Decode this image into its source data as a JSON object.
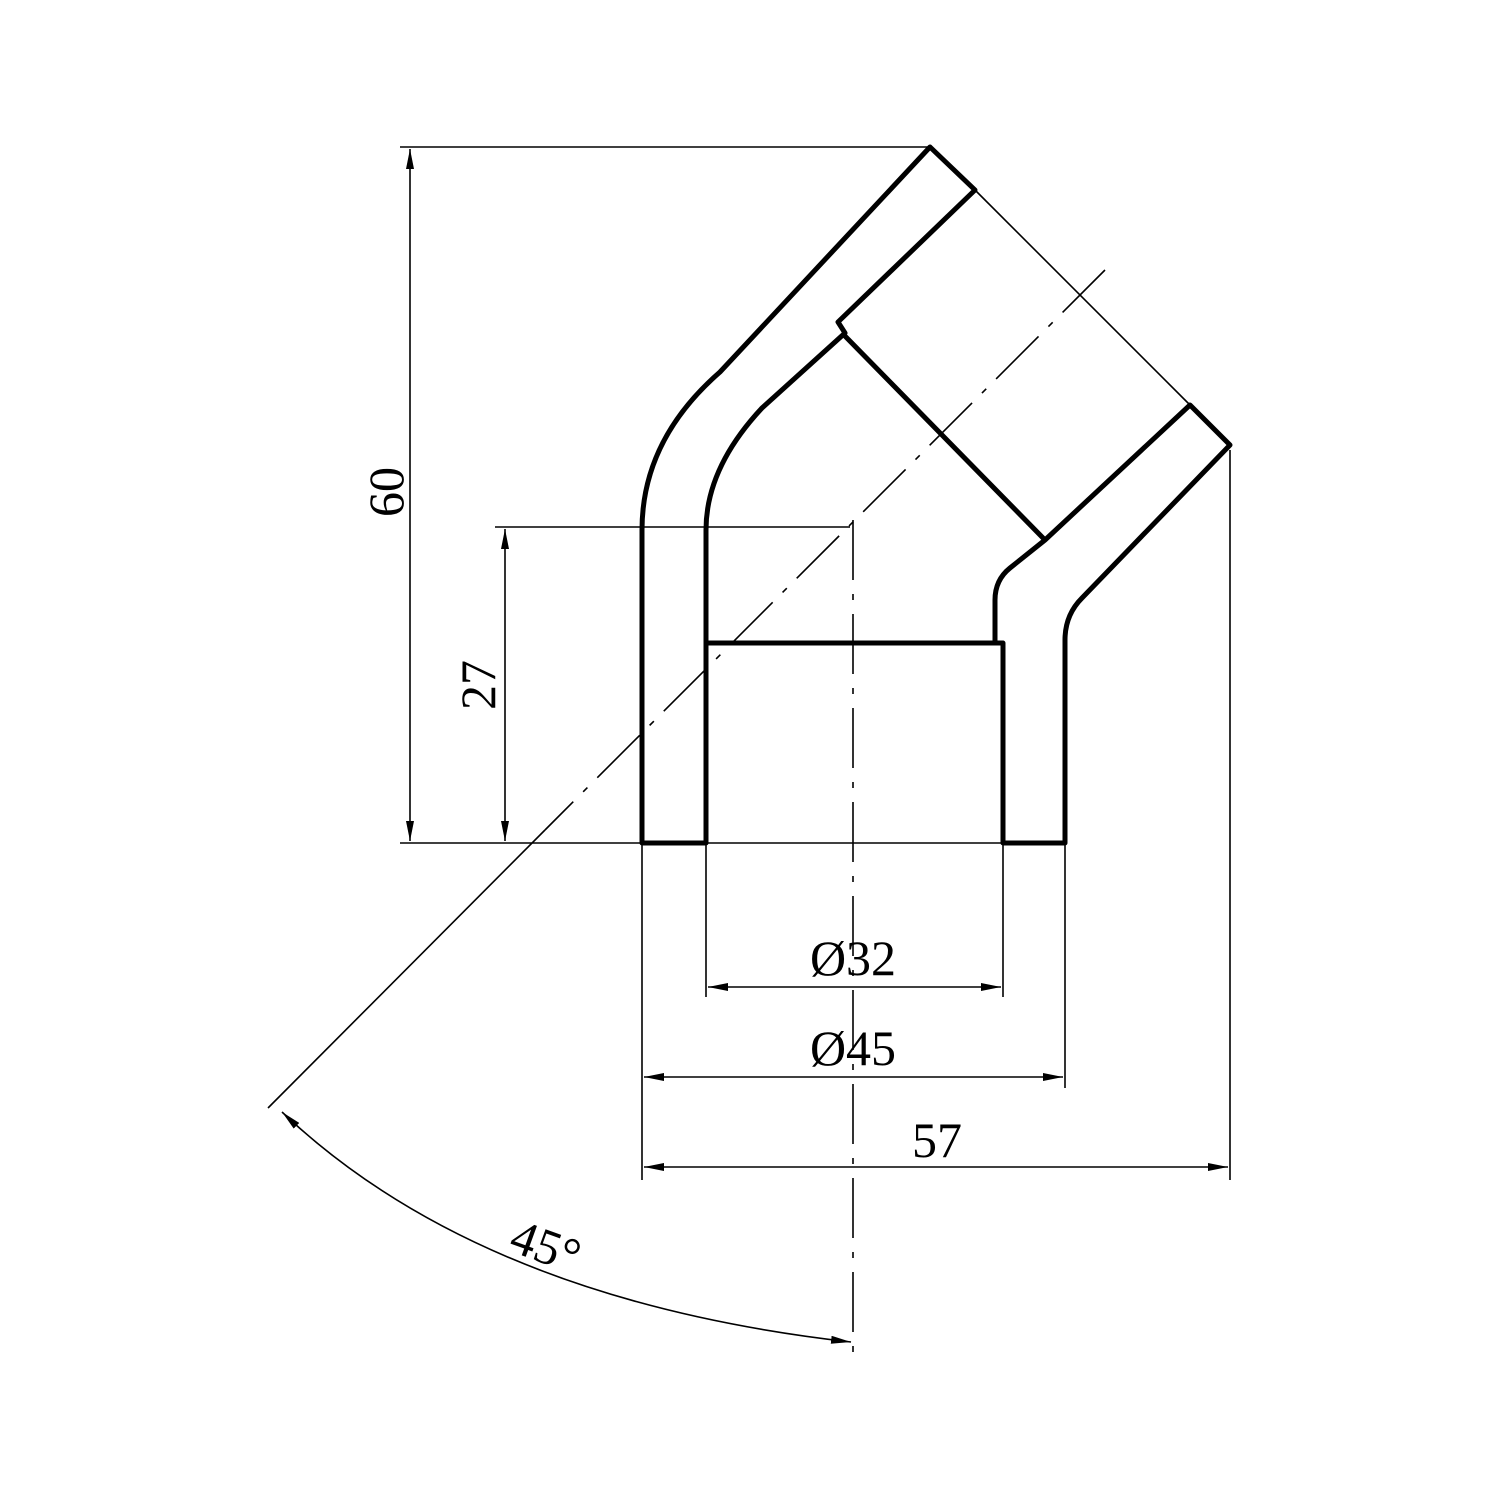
{
  "drawing": {
    "title": "45° elbow fitting section",
    "line_color": "#000000",
    "background": "#ffffff"
  },
  "dimensions": {
    "total_height": "60",
    "socket_depth": "27",
    "inner_diameter": "Ø32",
    "outer_diameter": "Ø45",
    "total_width": "57",
    "angle": "45°"
  }
}
